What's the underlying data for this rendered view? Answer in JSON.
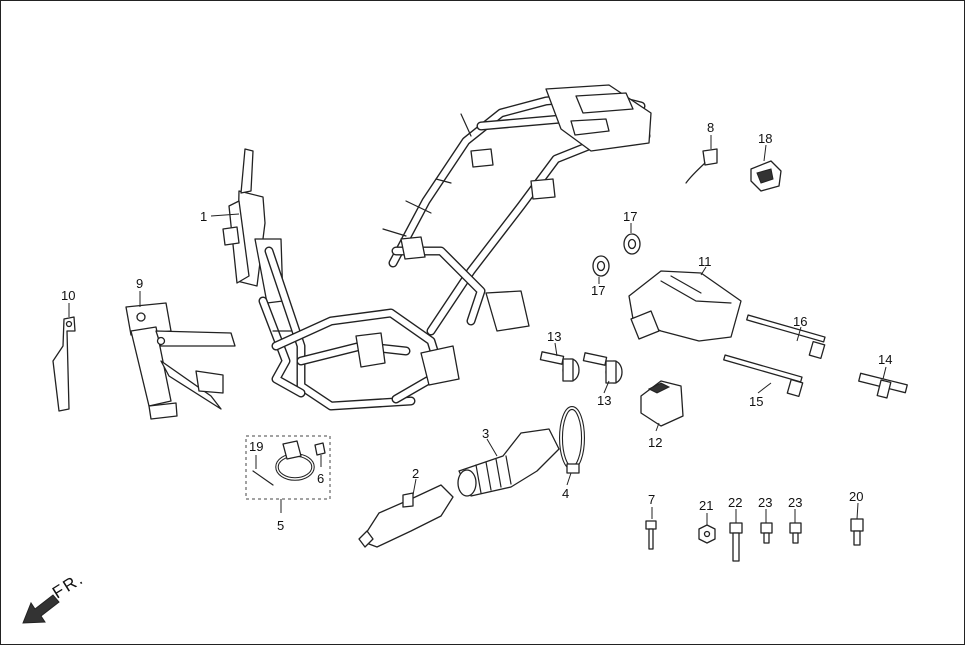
{
  "diagram": {
    "callouts": [
      "1",
      "2",
      "3",
      "4",
      "5",
      "6",
      "7",
      "8",
      "9",
      "10",
      "11",
      "12",
      "13",
      "13",
      "14",
      "15",
      "16",
      "17",
      "17",
      "18",
      "19",
      "20",
      "21",
      "22",
      "23",
      "23"
    ],
    "direction_label": "FR."
  }
}
